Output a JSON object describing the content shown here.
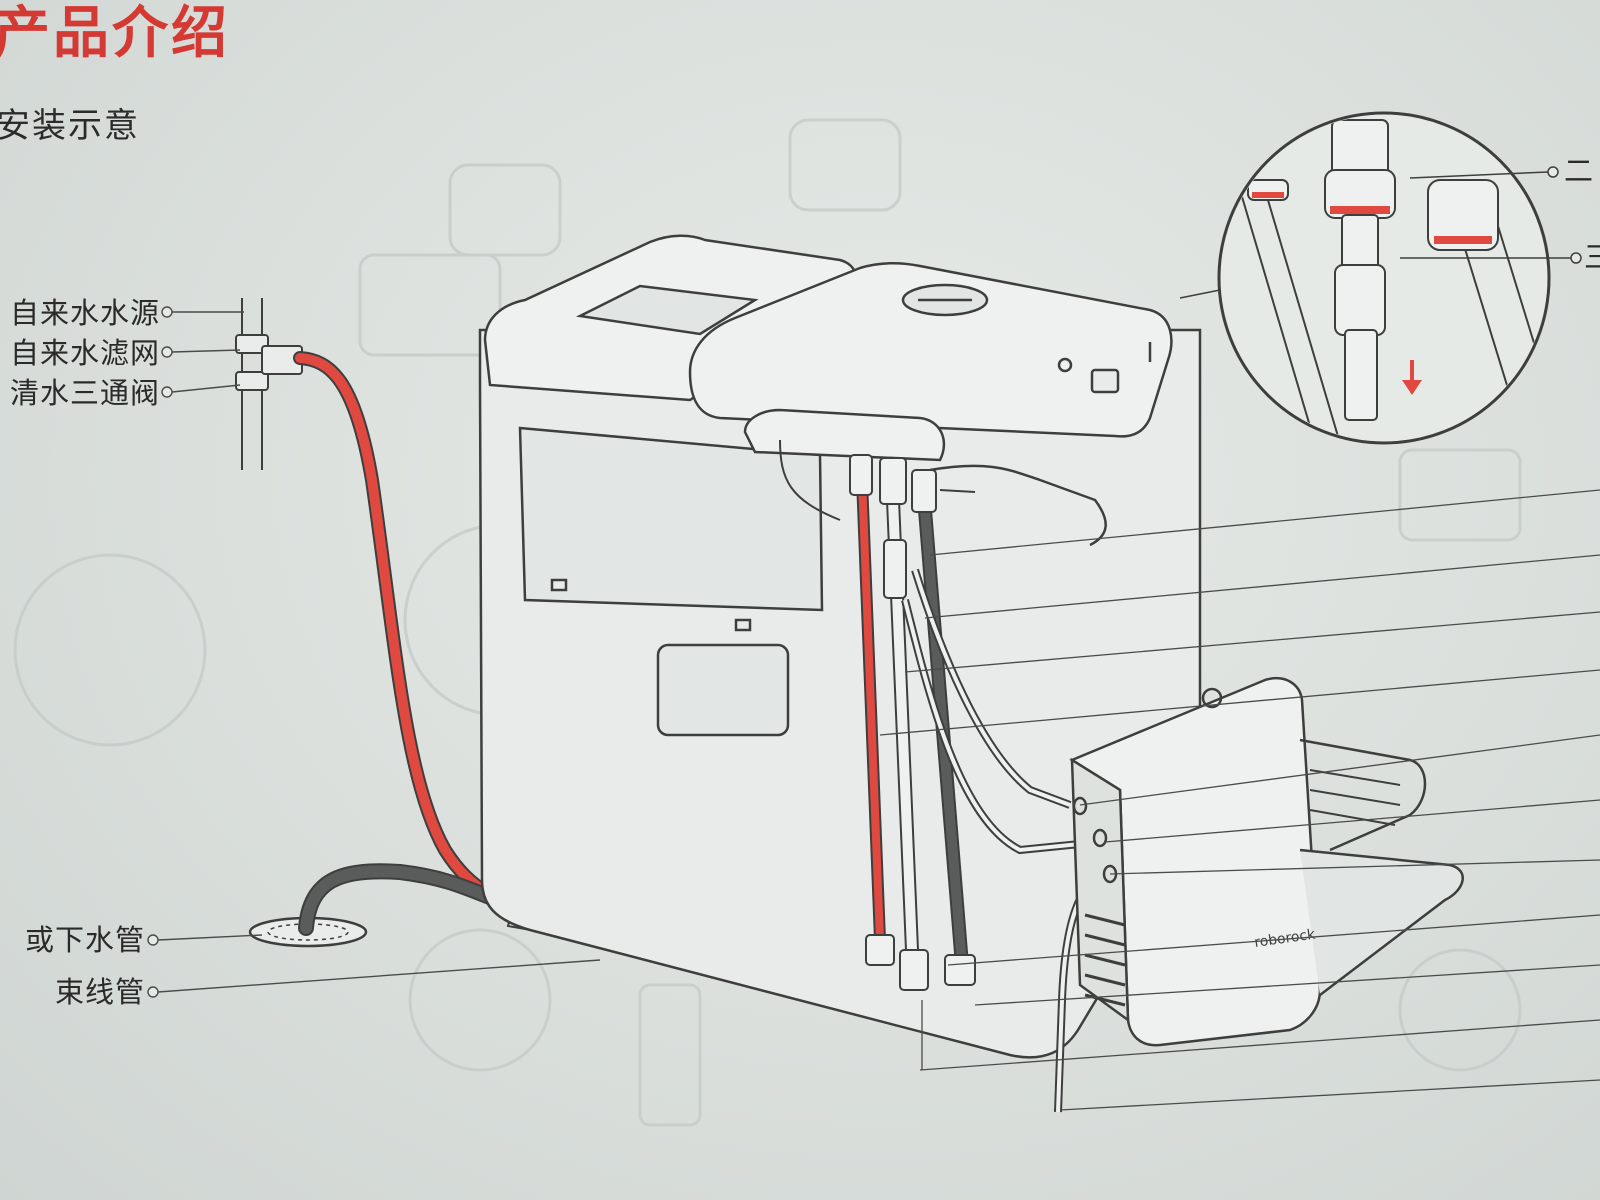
{
  "header": {
    "title": "产品介绍",
    "subtitle": "安装示意"
  },
  "labels": {
    "tap_water_source": "自来水水源",
    "tap_water_filter": "自来水滤网",
    "clean_water_valve": "清水三通阀",
    "drain_pipe": "或下水管",
    "cable_sleeve": "束线管"
  },
  "detail_labels": {
    "top": "二",
    "bottom": "三"
  },
  "product": {
    "brand": "roborock"
  },
  "colors": {
    "accent_red": "#e0493f",
    "drain_gray": "#595c5a",
    "line_gray": "#3d3f3e",
    "title_red": "#d43a33"
  }
}
